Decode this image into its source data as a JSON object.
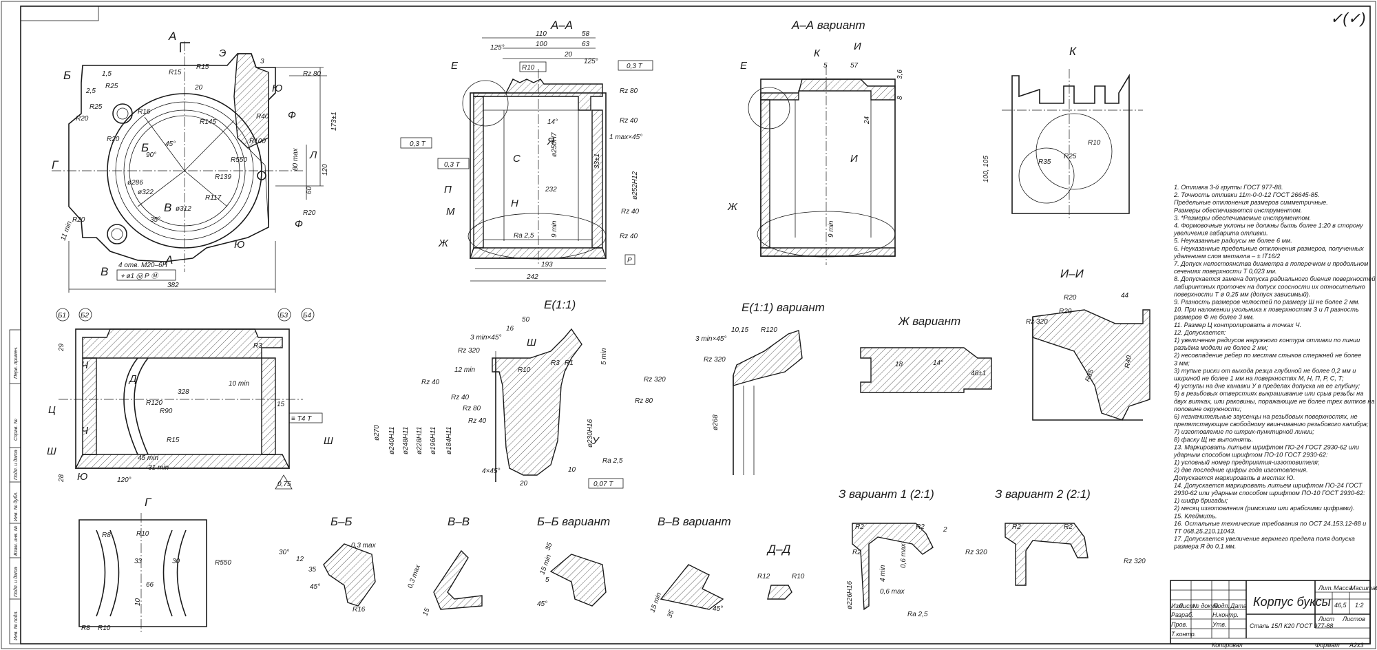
{
  "views": {
    "main": "А",
    "aa": "А–А",
    "aa_var": "А–А вариант",
    "k": "К",
    "ii": "И–И",
    "e11": "Е(1:1)",
    "e11_var": "Е(1:1) вариант",
    "zh_var": "Ж вариант",
    "g": "Г",
    "bb": "Б–Б",
    "vv": "В–В",
    "bb_var": "Б–Б вариант",
    "vv_var": "В–В вариант",
    "dd": "Д–Д",
    "z1": "З вариант 1 (2:1)",
    "z2": "З вариант 2 (2:1)"
  },
  "main_dims": {
    "overall": "382",
    "r15a": "R15",
    "r15b": "R15",
    "r25a": "R25",
    "r25b": "R25",
    "r20a": "R20",
    "r20b": "R20",
    "r16": "R16",
    "r20c": "R20",
    "r145": "R145",
    "r40": "R40",
    "r100": "R100",
    "r550": "R550",
    "r139": "R139",
    "r117": "R117",
    "r20d": "R20",
    "d286": "ø286",
    "d322": "ø322",
    "d312": "ø312",
    "a45": "45°",
    "a90": "90°",
    "a35": "35°",
    "d173": "173±1",
    "d80": "80 max",
    "d120": "120",
    "d60": "60",
    "min11": "11 min",
    "thread": "4 отв. М20–6Н",
    "tol": "⌖ ø1 Ⓜ Р Ⓜ",
    "rz80": "Rz 80",
    "d20": "20",
    "d3": "3",
    "d25": "2,5",
    "d15": "1,5"
  },
  "aa_dims": {
    "d110": "110",
    "d100": "100",
    "d58": "58",
    "d63": "63",
    "d20": "20",
    "a125a": "125°",
    "a125b": "125°",
    "r10": "R10",
    "t1": "Т",
    "tol1": "0,3 Т",
    "rz80": "Rz 80",
    "rz40a": "Rz 40",
    "rz40b": "Rz 40",
    "rz40c": "Rz 40",
    "d232": "232",
    "d193": "193",
    "d242": "242",
    "chamfer": "1 max×45°",
    "d252": "ø252Н12",
    "d250": "ø250Н7",
    "d33": "33±1",
    "ra25": "Ra 2,5",
    "d9": "9 min",
    "t03a": "0,3 Т",
    "t03b": "0,3 Т",
    "p": "Р",
    "a14": "14°",
    "lbl_e": "Е",
    "lbl_p": "П",
    "lbl_m": "М",
    "lbl_zh": "Ж",
    "lbl_s": "С",
    "lbl_ya": "Я",
    "lbl_n": "Н"
  },
  "aav_dims": {
    "d5": "5",
    "d57": "57",
    "d36": "3,6",
    "d8": "8",
    "d24": "24",
    "lbl_k": "К",
    "lbl_i": "И",
    "lbl_e": "Е",
    "lbl_zh": "Ж",
    "d9": "9 min"
  },
  "k_dims": {
    "r35": "R35",
    "r25": "R25",
    "r10": "R10",
    "d100": "100, 105"
  },
  "ii_dims": {
    "r20a": "R20",
    "r20b": "R20",
    "d44": "44",
    "rz320": "Rz 320",
    "r35": "R35",
    "r40": "R40"
  },
  "left2_dims": {
    "d29": "29",
    "d28": "28",
    "d328": "328",
    "r120": "R120",
    "r90": "R90",
    "r15": "R15",
    "r3": "R3",
    "min10": "10 min",
    "min45": "45 min",
    "min31": "31 min",
    "a120": "120°",
    "d15": "15",
    "t4": "≡ Т4 Т",
    "lbl_ch": "Ч",
    "lbl_d": "Д",
    "lbl_ts": "Ц",
    "lbl_sh": "Ш",
    "lbl_yu": "Ю",
    "lbl_ch2": "Ч",
    "lbl_sh2": "Ш",
    "b1": "Б1",
    "b2": "Б2",
    "b3": "Б3",
    "b4": "Б4",
    "w": "0,75"
  },
  "e11_dims": {
    "d50": "50",
    "d16": "16",
    "chamf": "3 min×45°",
    "rz320a": "Rz 320",
    "rz320b": "Rz 320",
    "min12": "12 min",
    "rz40a": "Rz 40",
    "rz40b": "Rz 40",
    "rz40c": "Rz 40",
    "rz80a": "Rz 80",
    "rz80b": "Rz 80",
    "d270": "ø270",
    "d240": "ø240Н11",
    "d248": "ø248Н11",
    "d228": "ø228Н11",
    "d196": "ø196Н11",
    "d184": "ø184Н11",
    "d230": "ø230Н16",
    "r10": "R10",
    "r3": "R3",
    "r1": "R1",
    "ra25": "Ra 2,5",
    "tol": "0,07 Т",
    "d4x45": "4×45°",
    "d20": "20",
    "d10": "10",
    "min5": "5 min",
    "lbl_sh": "Ш",
    "lbl_u": "У"
  },
  "e11v_dims": {
    "chamf": "3 min×45°",
    "d10": "10,15",
    "r120": "R120",
    "rz320": "Rz 320",
    "d268": "ø268"
  },
  "zh_dims": {
    "d18": "18",
    "a14": "14°",
    "d48": "48±1"
  },
  "g_dims": {
    "r8a": "R8",
    "r10a": "R10",
    "r8b": "R8",
    "r10b": "R10",
    "d33": "33",
    "d30": "30",
    "d66": "66",
    "d10": "10",
    "r550": "R550"
  },
  "bb_dims": {
    "d03": "0,3 max",
    "a30": "30°",
    "d12": "12",
    "d35": "35",
    "a45": "45°",
    "r16": "R16"
  },
  "vv_dims": {
    "d03": "0,3 max",
    "d15": "15"
  },
  "bbv_dims": {
    "d35": "35",
    "d15": "15 min",
    "a45": "45°",
    "d5": "5"
  },
  "vvv_dims": {
    "d15": "15 min",
    "d35": "35",
    "a45": "45°"
  },
  "dd_dims": {
    "r12": "R12",
    "r10": "R10"
  },
  "z1_dims": {
    "r2a": "R2",
    "r2b": "R2",
    "r2c": "R2",
    "rz320": "Rz 320",
    "d06a": "0,6 max",
    "d06b": "0,6 max",
    "d4": "4 min",
    "d226": "ø226Н16",
    "ra25": "Ra 2,5",
    "d2": "2"
  },
  "z2_dims": {
    "r2a": "R2",
    "r2b": "R2",
    "rz320": "Rz 320"
  },
  "roughness_mark": "✓(✓)",
  "notes": [
    "1. Отливка 3-й группы ГОСТ 977-88.",
    "2. Точность отливки 11т-0-0-12 ГОСТ 26645-85.",
    "Предельные отклонения размеров симметричные.",
    "Размеры обеспечиваются инструментом.",
    "3. *Размеры обеспечиваемые инструментом.",
    "4. Формовочные уклоны не должны быть более 1:20 в сторону",
    "увеличения габарита отливки.",
    "5. Неуказанные радиусы не более 6 мм.",
    "6. Неуказанные предельные отклонения размеров, полученных",
    "удалением слоя металла – ± IT16/2",
    "7. Допуск непостоянства диаметра в поперечном и продольном",
    "сечениях поверхности Т 0,023 мм.",
    "8. Допускается замена допуска радиального биения поверхностей",
    "лабиринтных проточек на допуск соосности их относительно",
    "поверхности Т ø 0,25 мм (допуск зависимый).",
    "9. Разность размеров челюстей по размеру Ш не более 2 мм.",
    "10. При наложении угольника к поверхностям З и Л разность",
    "размеров Ф не более 3 мм.",
    "11. Размер Ц контролировать в точках Ч.",
    "12. Допускается:",
    "1) увеличение радиусов наружного контура отливки по линии",
    "разъёма модели не более 2 мм;",
    "2) несовпадение ребер по местам стыков стержней не более",
    "3 мм;",
    "3) тупые риски от выхода резца глубиной не более 0,2 мм и",
    "шириной не более 1 мм на поверхностях М, Н, П, Р, С, Т;",
    "4) уступы на дне канавки У в пределах допуска на ее глубину;",
    "5) в резьбовых отверстиях выкрашивание или срыв резьбы на",
    "двух витках, или раковины, поражающие не более трех витков на",
    "половине окружности;",
    "6) незначительные заусенцы на резьбовых поверхностях, не",
    "препятствующие свободному ввинчиванию резьбового калибра;",
    "7) изготовление по штрих-пунктирной линии;",
    "8) фаску Щ не выполнять.",
    "13. Маркировать литьем шрифтом ПО-24 ГОСТ 2930-62 или",
    "ударным способом шрифтом ПО-10 ГОСТ 2930-62:",
    "1) условный номер предприятия-изготовителя;",
    "2) две последние цифры года изготовления.",
    "Допускается маркировать в местах Ю.",
    "14. Допускается маркировать литьем шрифтом ПО-24 ГОСТ",
    "2930-62 или ударным способом шрифтом ПО-10 ГОСТ 2930-62:",
    "1) шифр бригады;",
    "2) месяц изготовления (римскими или арабскими цифрами).",
    "15. Клеймить.",
    "16. Остальные технические требования по ОСТ 24.153.12-88 и",
    "ТТ 068.25.210.11043.",
    "17. Допускается увеличение верхнего предела поля допуска",
    "размера Я до 0,1 мм."
  ],
  "title_block": {
    "name": "Корпус буксы",
    "material": "Сталь 15Л К20 ГОСТ 977-88",
    "lit": "Лит.",
    "mass_label": "Масса",
    "scale_label": "Масштаб",
    "mass": "46,5",
    "scale": "1:2",
    "sheet": "Лист",
    "sheets": "Листов",
    "copied": "Копировал",
    "format": "Формат",
    "format_val": "A2х3",
    "rows": [
      "Изм.",
      "Лист",
      "№ докум.",
      "Подп.",
      "Дата"
    ],
    "roles": [
      "Разраб.",
      "Пров.",
      "Т.контр.",
      "Н.контр.",
      "Утв."
    ]
  },
  "side_strip": [
    "Перв. примен.",
    "Справ. №",
    "Подп. и дата",
    "Инв. № дубл.",
    "Взам. инв. №",
    "Подп. и дата",
    "Инв. № подл."
  ]
}
